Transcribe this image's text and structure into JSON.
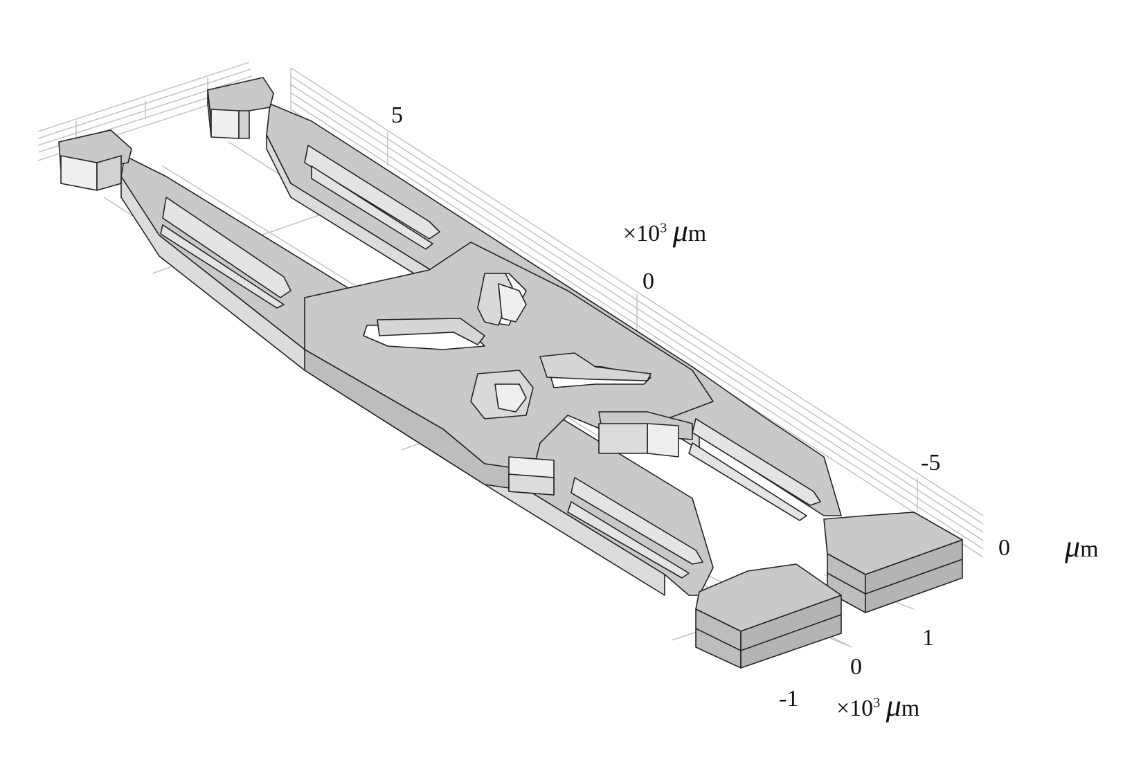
{
  "axes": {
    "x": {
      "unit_prefix": "×10",
      "unit_exp": "3",
      "unit_mu": "μ",
      "unit_m": "m",
      "ticks": [
        "5",
        "0",
        "-5"
      ]
    },
    "y": {
      "unit_prefix": "×10",
      "unit_exp": "3",
      "unit_mu": "μ",
      "unit_m": "m",
      "ticks": [
        "1",
        "0",
        "-1"
      ]
    },
    "z": {
      "unit_mu": "μ",
      "unit_m": "m",
      "ticks": [
        "0"
      ]
    }
  },
  "colors": {
    "top_face": "#c9c9c9",
    "side_face": "#dddddd",
    "front_face": "#b4b4b4",
    "light_face": "#efefef",
    "edge": "#222222",
    "grid": "#bdbdbd"
  }
}
